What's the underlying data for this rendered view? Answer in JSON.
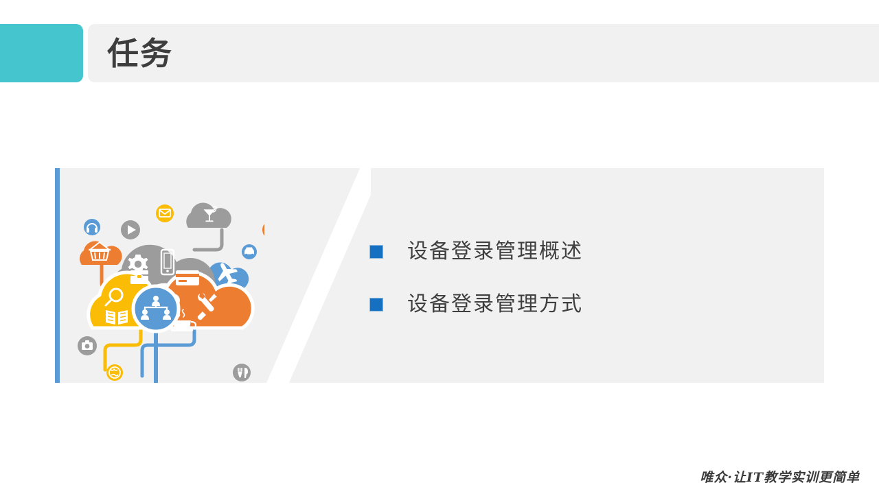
{
  "slide": {
    "background_color": "#ffffff",
    "panel_bg_color": "#f1f1f1"
  },
  "header": {
    "accent_color": "#45c6ce",
    "bar_color": "#f1f1f1",
    "title": "任务",
    "title_color": "#3d3d3d"
  },
  "main": {
    "accent_bar_color": "#5b9bd5",
    "bullets": [
      {
        "label": "设备登录管理概述",
        "marker_color": "#1570c2"
      },
      {
        "label": "设备登录管理方式",
        "marker_color": "#1570c2"
      }
    ]
  },
  "illustration": {
    "name": "cloud-computing-illustration",
    "colors": {
      "yellow": "#fbbc05",
      "orange": "#ed7d31",
      "gray": "#9c9c9c",
      "blue": "#5b9bd5",
      "white": "#ffffff"
    },
    "clouds": [
      {
        "name": "cloud-yellow",
        "icons": [
          "briefcase-icon",
          "magnifier-icon",
          "book-icon"
        ]
      },
      {
        "name": "cloud-orange",
        "icons": [
          "credit-card-icon",
          "location-pin-icon",
          "wrench-icon",
          "coffee-cup-icon"
        ]
      },
      {
        "name": "cloud-gray",
        "icons": [
          "gear-icon",
          "smartphone-icon",
          "chat-bubble-icon"
        ]
      },
      {
        "name": "cloud-gray-cocktail",
        "icons": [
          "cocktail-icon"
        ]
      },
      {
        "name": "cloud-orange-basket",
        "icons": [
          "shopping-basket-icon"
        ]
      },
      {
        "name": "cloud-blue-airplane",
        "icons": [
          "airplane-icon"
        ]
      }
    ],
    "badges": [
      {
        "name": "headphones-icon-badge",
        "color": "#5b9bd5"
      },
      {
        "name": "play-icon-badge",
        "color": "#9c9c9c"
      },
      {
        "name": "envelope-icon-badge",
        "color": "#fbbc05"
      },
      {
        "name": "music-note-icon-badge",
        "color": "#ed7d31"
      },
      {
        "name": "car-icon-badge",
        "color": "#5b9bd5"
      },
      {
        "name": "rss-icon-badge",
        "color": "#fbbc05"
      },
      {
        "name": "camera-icon-badge",
        "color": "#9c9c9c"
      },
      {
        "name": "globe-icon-badge",
        "color": "#fbbc05"
      },
      {
        "name": "cutlery-icon-badge",
        "color": "#9c9c9c"
      },
      {
        "name": "network-people-icon-badge",
        "color": "#5b9bd5"
      }
    ]
  },
  "footer": {
    "slogan": "唯众·让IT教学实训更简单"
  }
}
